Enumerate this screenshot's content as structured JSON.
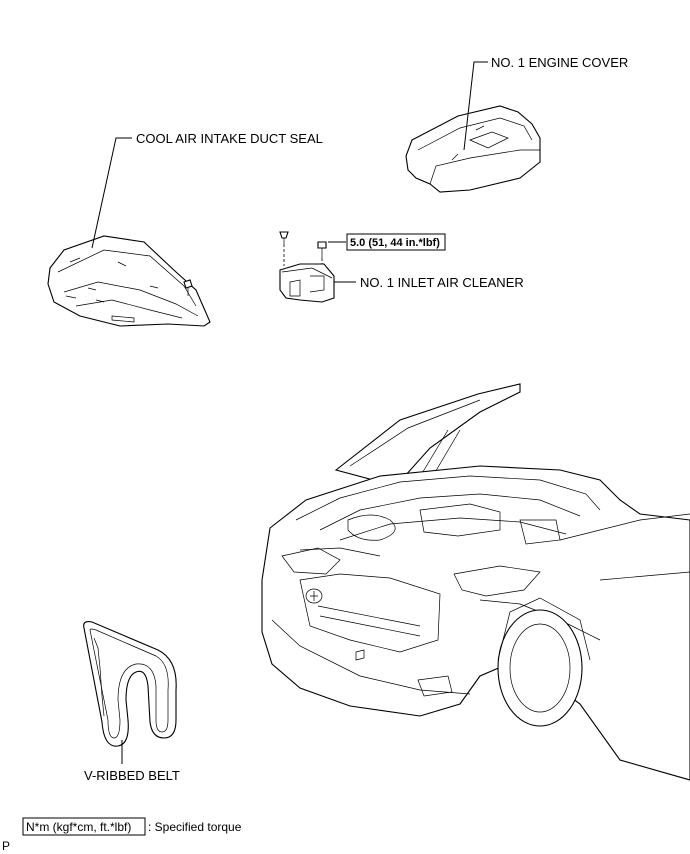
{
  "labels": {
    "engine_cover": "NO. 1 ENGINE COVER",
    "intake_seal": "COOL AIR INTAKE DUCT SEAL",
    "inlet_air_cleaner": "NO. 1 INLET AIR CLEANER",
    "torque_value": "5.0 (51, 44 in.*lbf)",
    "v_belt": "V-RIBBED BELT",
    "page_marker": "P"
  },
  "legend": {
    "unit_box": "N*m (kgf*cm, ft.*lbf)",
    "description": ": Specified torque"
  },
  "icons": {
    "engine_cover": "engine-cover-icon",
    "intake_seal": "duct-seal-icon",
    "air_cleaner": "inlet-air-cleaner-icon",
    "clip": "clip-icon",
    "bolt": "bolt-icon",
    "vehicle": "vehicle-front-icon",
    "belt": "v-ribbed-belt-icon"
  }
}
